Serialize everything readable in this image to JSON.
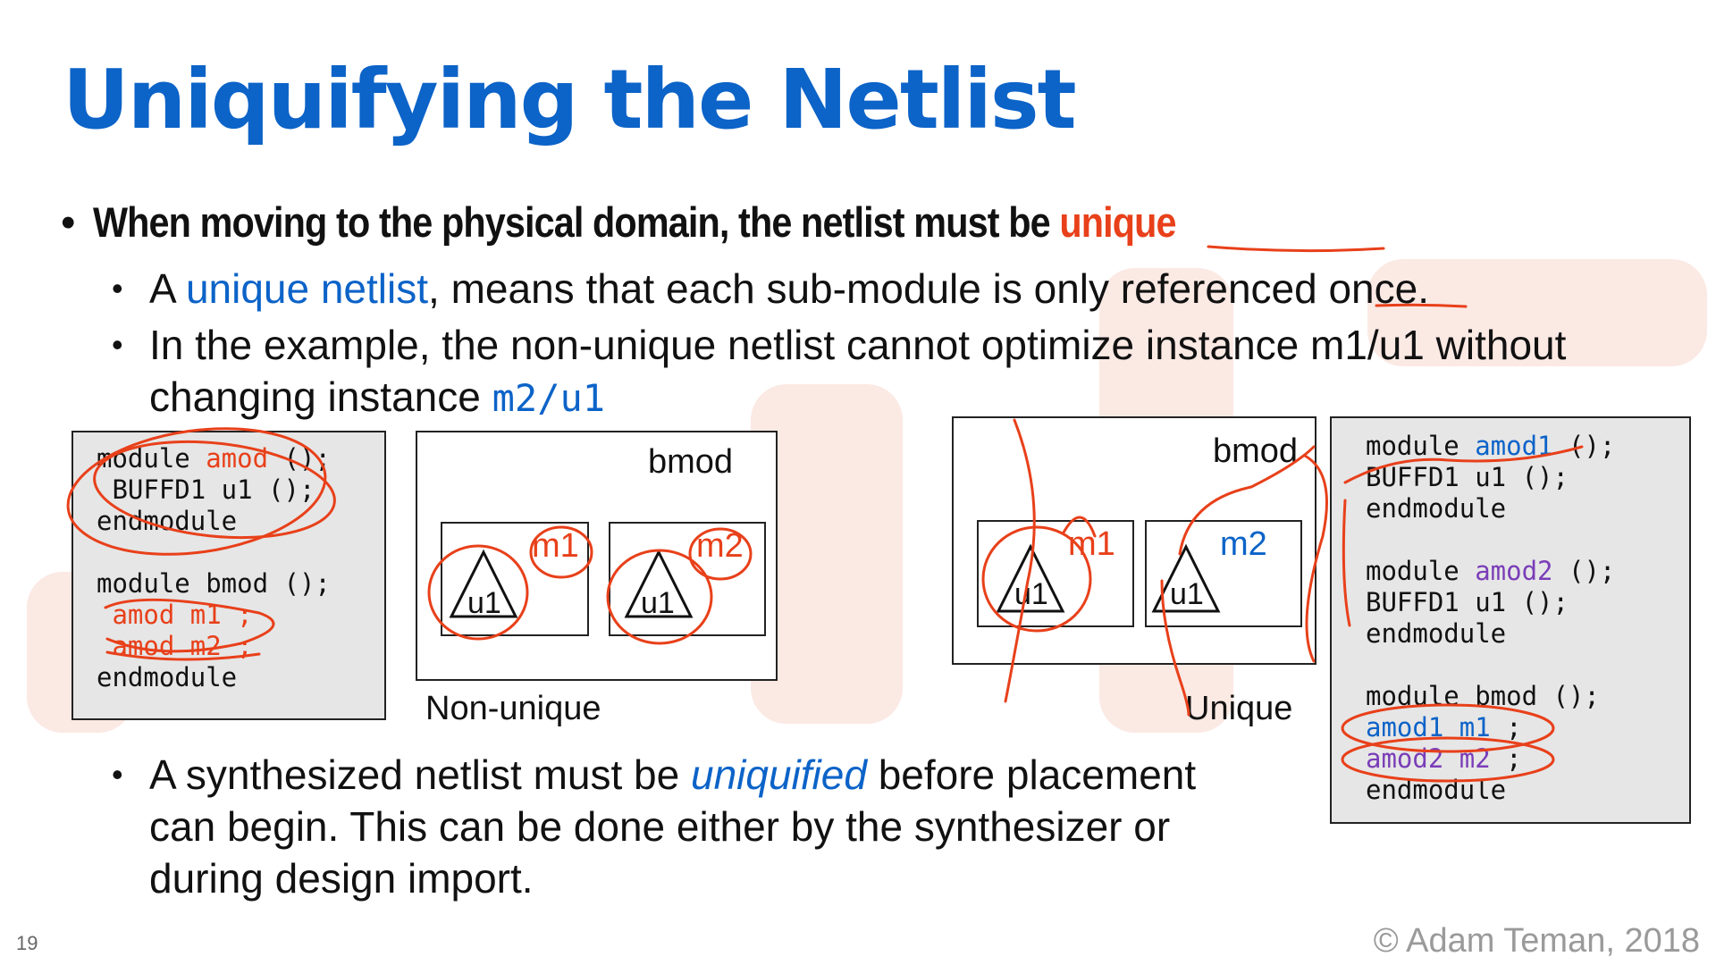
{
  "slide": {
    "title": "Uniquifying the Netlist",
    "page_number": "19",
    "copyright": "© Adam Teman, 2018"
  },
  "bullets": {
    "main": {
      "prefix": "When moving to the physical domain, the netlist must be ",
      "highlight": "unique"
    },
    "sub1": {
      "prefix": "A ",
      "highlight": "unique netlist",
      "suffix": ", means that each sub-module is only referenced once."
    },
    "sub2": {
      "line1": "In the example, the non-unique netlist cannot optimize instance m1/u1 without",
      "line2_prefix": "changing instance ",
      "line2_code": "m2/u1"
    },
    "sub3": {
      "line1_prefix": "A synthesized netlist must be ",
      "line1_highlight": "uniquified",
      "line1_suffix": " before placement",
      "line2": "can begin. This can be done either by the synthesizer or",
      "line3": "during design import."
    }
  },
  "code_left": {
    "l1a": "module ",
    "l1b": "amod",
    "l1c": " ();",
    "l2": " BUFFD1 u1 ();",
    "l3": "endmodule",
    "l5": "module bmod ();",
    "l6": " amod m1 ;",
    "l7": " amod m2 ;",
    "l8": "endmodule"
  },
  "code_right": {
    "l1a": "module ",
    "l1b": "amod1",
    "l1c": " ();",
    "l2": "BUFFD1 u1 ();",
    "l3": "endmodule",
    "l5a": "module ",
    "l5b": "amod2",
    "l5c": " ();",
    "l6": "BUFFD1 u1 ();",
    "l7": "endmodule",
    "l9": "module bmod ();",
    "l10a": "amod1 m1",
    "l10b": " ;",
    "l11a": "amod2 m2",
    "l11b": " ;",
    "l12": "endmodule"
  },
  "diagram_nonunique": {
    "module_label": "bmod",
    "inst1": "m1",
    "inst2": "m2",
    "cell1": "u1",
    "cell2": "u1",
    "caption": "Non-unique"
  },
  "diagram_unique": {
    "module_label": "bmod",
    "inst1": "m1",
    "inst2": "m2",
    "cell1": "u1",
    "cell2": "u1",
    "caption": "Unique"
  },
  "colors": {
    "title_blue": "#0c63c8",
    "highlight_red": "#e8401a",
    "purple": "#7a3db8",
    "ink": "#e8401a"
  }
}
